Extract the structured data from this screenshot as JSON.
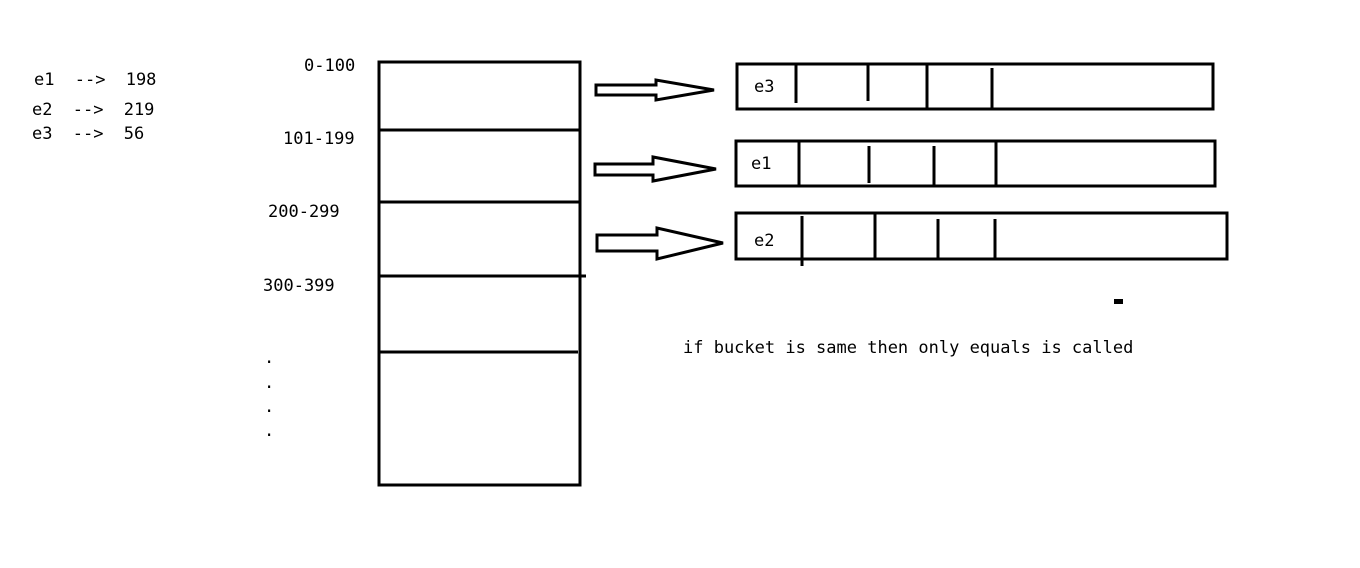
{
  "hash_mappings": [
    {
      "entry": "e1",
      "arrow": "-->",
      "hash": "198"
    },
    {
      "entry": "e2",
      "arrow": "-->",
      "hash": "219"
    },
    {
      "entry": "e3",
      "arrow": "-->",
      "hash": "56"
    }
  ],
  "bucket_ranges": [
    "0-100",
    "101-199",
    "200-299",
    "300-399"
  ],
  "ellipsis_dots": [
    ".",
    ".",
    ".",
    "."
  ],
  "linked_lists": [
    {
      "first_entry": "e3"
    },
    {
      "first_entry": "e1"
    },
    {
      "first_entry": "e2"
    }
  ],
  "note": "if bucket is same then only equals is called",
  "colors": {
    "stroke": "#000000",
    "background": "#ffffff"
  }
}
